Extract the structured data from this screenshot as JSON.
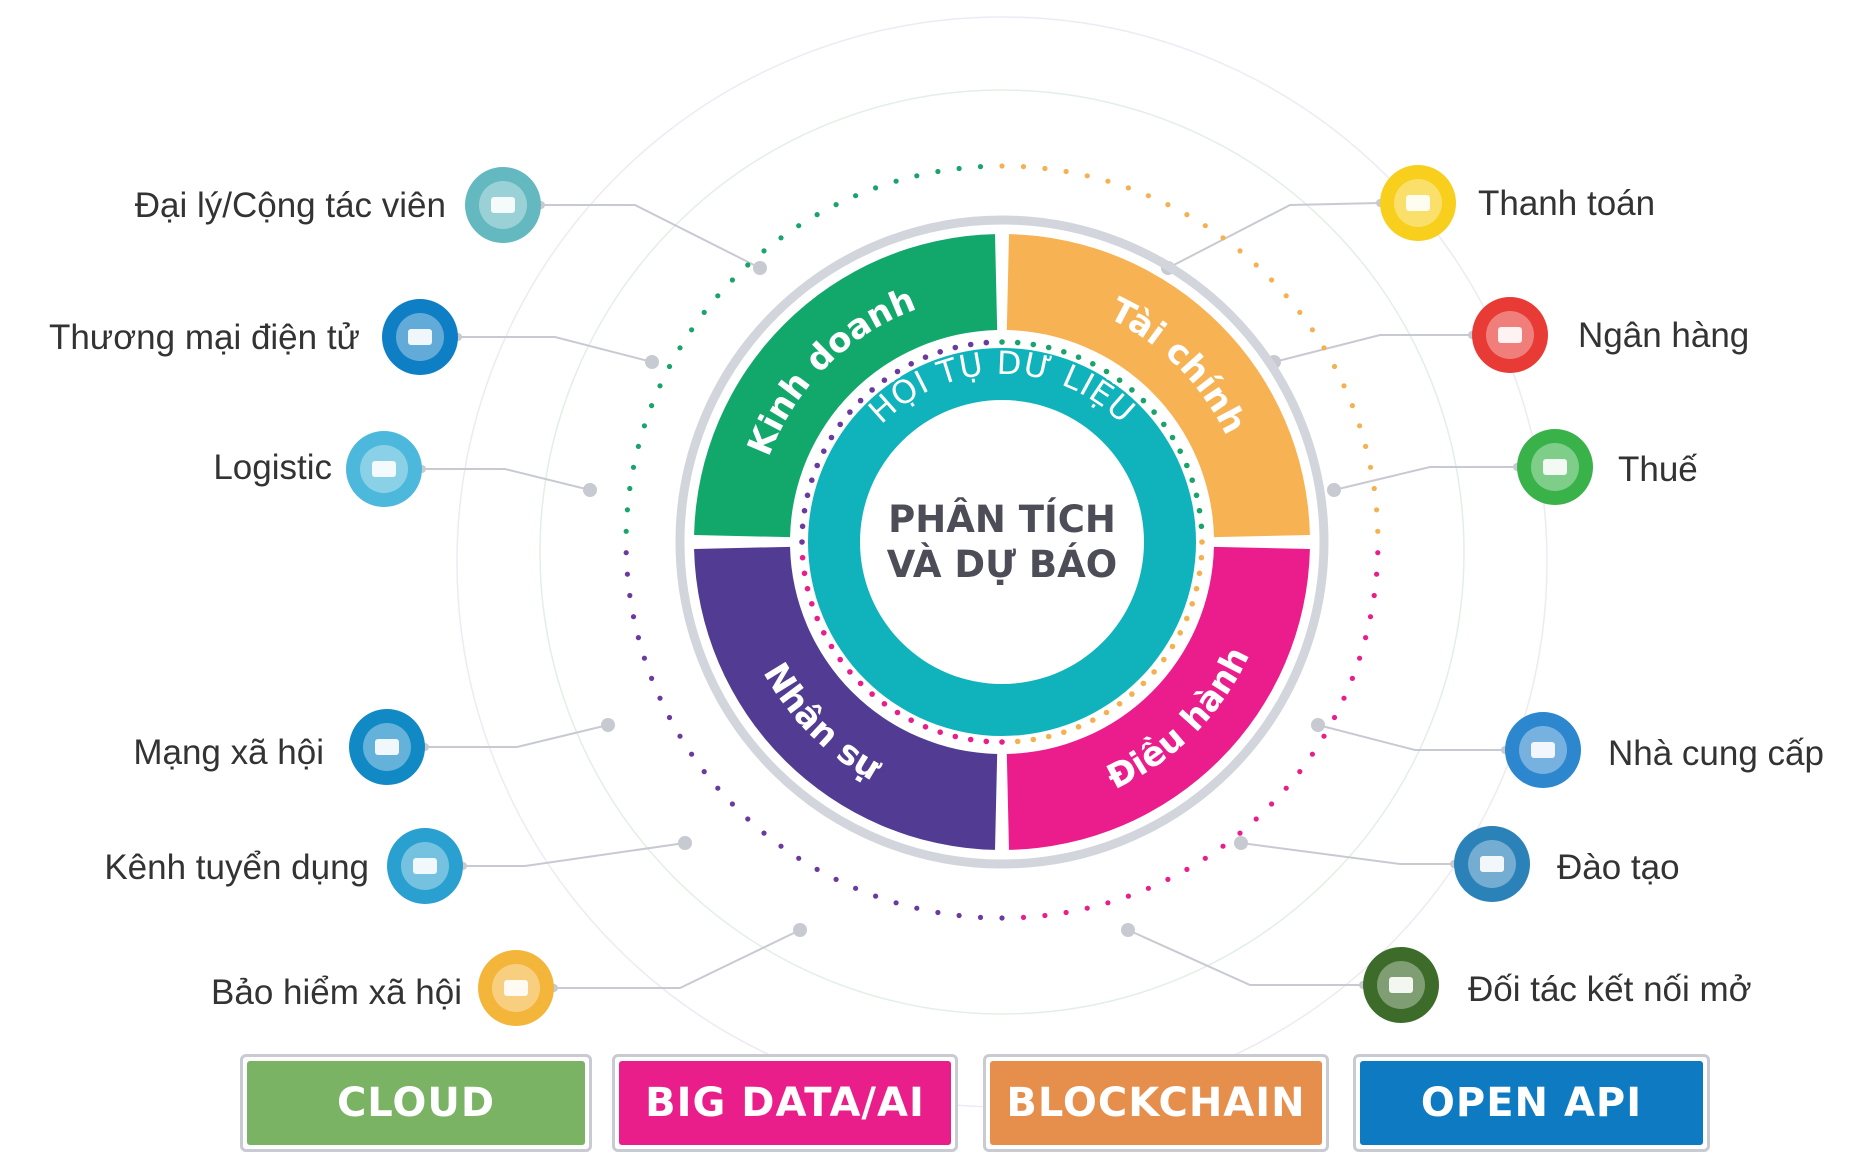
{
  "center": {
    "line1": "PHÂN TÍCH",
    "line2": "VÀ DỰ BÁO",
    "ring_label": "HỘI TỤ DỮ LIỆU"
  },
  "segments": [
    {
      "label": "Kinh doanh",
      "color": "#13a86b"
    },
    {
      "label": "Tài chính",
      "color": "#f7b253"
    },
    {
      "label": "Điều hành",
      "color": "#eb1c8c"
    },
    {
      "label": "Nhân sự",
      "color": "#523b93"
    }
  ],
  "left_nodes": [
    {
      "label": "Đại lý/Cộng tác viên",
      "icon": "handshake-icon",
      "color": "#64b8c0"
    },
    {
      "label": "Thương mại điện tử",
      "icon": "ecommerce-shop-icon",
      "color": "#0f7fc5"
    },
    {
      "label": "Logistic",
      "icon": "truck-icon",
      "color": "#4cb9dc"
    },
    {
      "label": "Mạng xã hội",
      "icon": "social-network-icon",
      "color": "#1189c5"
    },
    {
      "label": "Kênh tuyển dụng",
      "icon": "recruitment-icon",
      "color": "#2aa0d0"
    },
    {
      "label": "Bảo hiểm xã hội",
      "icon": "social-security-card-icon",
      "color": "#f4b53b"
    }
  ],
  "right_nodes": [
    {
      "label": "Thanh toán",
      "icon": "briefcase-calculator-icon",
      "color": "#f8cf1c"
    },
    {
      "label": "Ngân hàng",
      "icon": "bank-icon",
      "color": "#e83b35"
    },
    {
      "label": "Thuế",
      "icon": "tax-document-icon",
      "color": "#3ab24a"
    },
    {
      "label": "Nhà cung cấp",
      "icon": "supplier-network-icon",
      "color": "#2d87cf"
    },
    {
      "label": "Đào tạo",
      "icon": "training-board-icon",
      "color": "#2a82b8"
    },
    {
      "label": "Đối tác kết nối mở",
      "icon": "open-connection-icon",
      "color": "#3c6b2a"
    }
  ],
  "technologies": [
    {
      "label": "CLOUD",
      "color": "#7ab364"
    },
    {
      "label": "BIG DATA/AI",
      "color": "#e91e8b"
    },
    {
      "label": "BLOCKCHAIN",
      "color": "#e68e4c"
    },
    {
      "label": "OPEN API",
      "color": "#0e7ac1"
    }
  ]
}
